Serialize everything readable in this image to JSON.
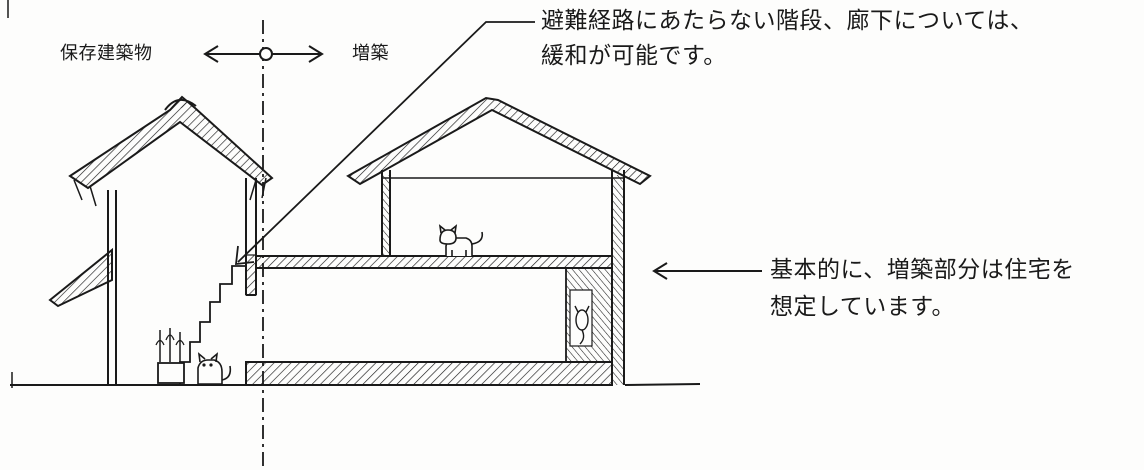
{
  "labels": {
    "preserved_building": "保存建築物",
    "extension": "増築",
    "note_stairs_line1": "避難経路にあたらない階段、廊下については、",
    "note_stairs_line2": "緩和が可能です。",
    "note_extension_line1": "基本的に、増築部分は住宅を",
    "note_extension_line2": "想定しています。"
  },
  "colors": {
    "ink": "#1a1a1a",
    "paper": "#fdfdfc"
  }
}
